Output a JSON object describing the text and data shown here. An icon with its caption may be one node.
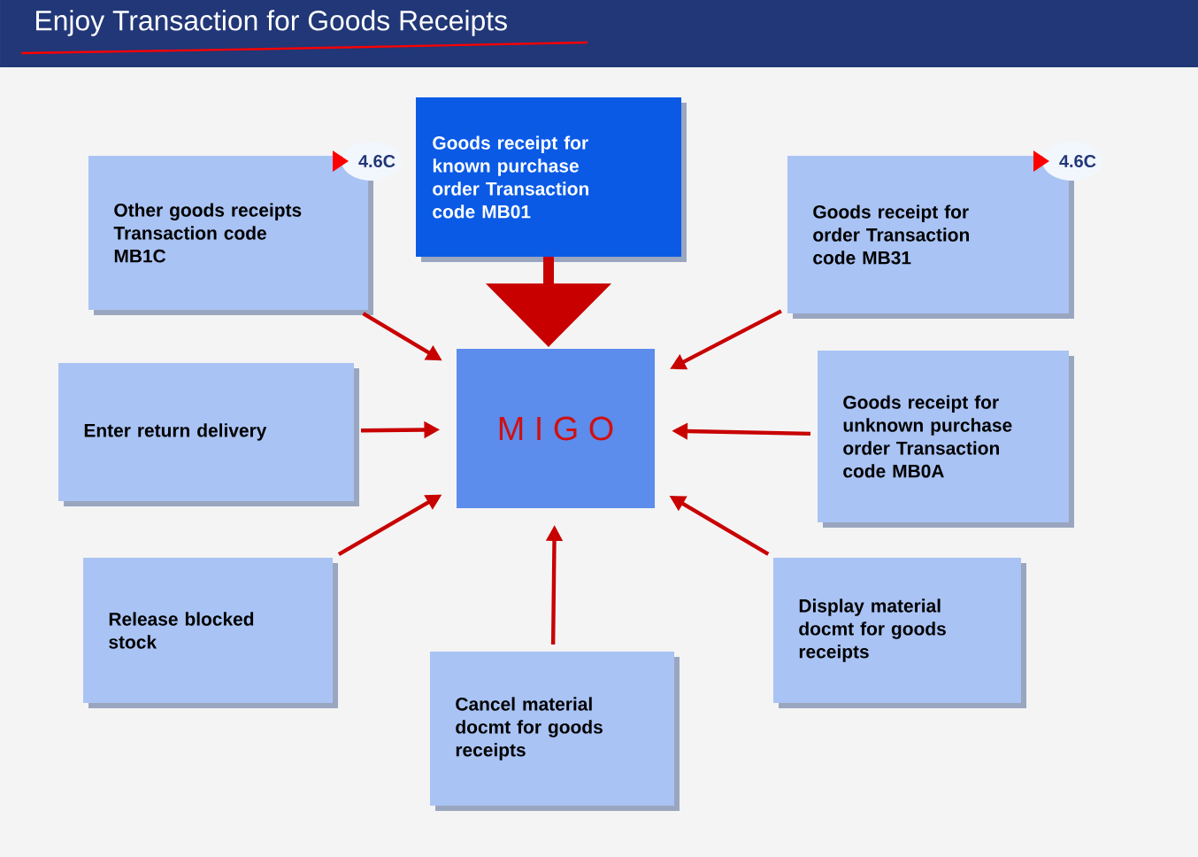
{
  "diagram": {
    "title": "Enjoy Transaction for Goods Receipts",
    "nodes": [
      {
        "text": [
          "Goods receipt for known purchase order Transaction code MB01"
        ]
      },
      {
        "text": [
          "Other goods receipts Transaction code MB1C"
        ],
        "beside": [
          "4.6C"
        ]
      },
      {
        "text": [
          "Goods receipt for order Transaction code MB31"
        ],
        "beside": [
          "4.6C"
        ]
      },
      {
        "text": [
          "Enter return delivery"
        ]
      },
      {
        "text": [
          "M I G O"
        ]
      },
      {
        "text": [
          "Goods receipt for unknown purchase order Transaction code MB0A"
        ]
      },
      {
        "text": [
          "Release blocked stock"
        ]
      },
      {
        "text": [
          "Display material docmt for goods receipts"
        ]
      },
      {
        "text": [
          "Cancel material docmt for goods receipts"
        ]
      }
    ],
    "edges": [
      {
        "from": 0,
        "to": 4,
        "arrow": "to",
        "style": "thick"
      },
      {
        "from": 1,
        "to": 4,
        "arrow": "to"
      },
      {
        "from": 2,
        "to": 4,
        "arrow": "to"
      },
      {
        "from": 3,
        "to": 4,
        "arrow": "to"
      },
      {
        "from": 5,
        "to": 4,
        "arrow": "to"
      },
      {
        "from": 6,
        "to": 4,
        "arrow": "to"
      },
      {
        "from": 7,
        "to": 4,
        "arrow": "to"
      },
      {
        "from": 8,
        "to": 4,
        "arrow": "to"
      }
    ]
  }
}
